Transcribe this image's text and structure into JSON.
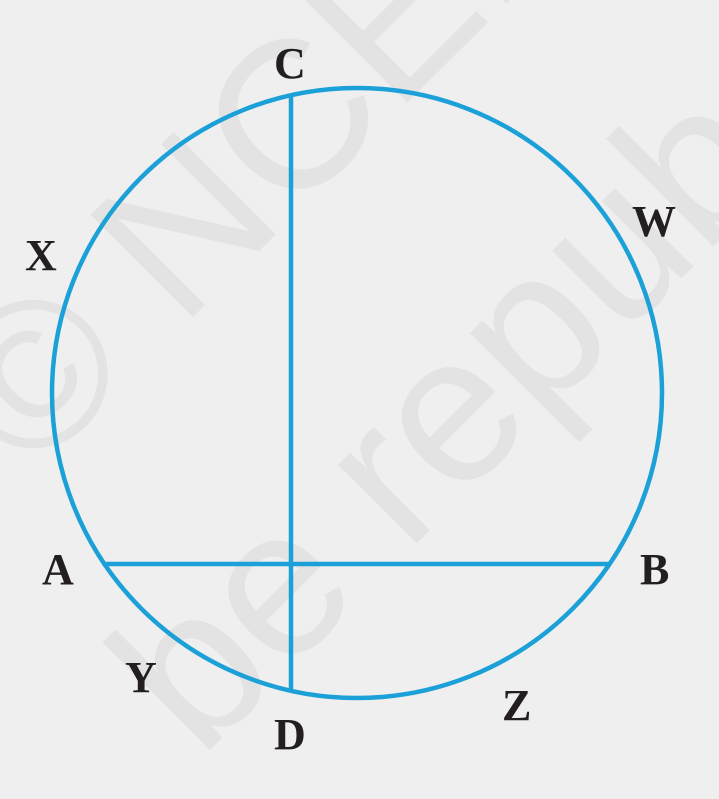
{
  "diagram": {
    "colors": {
      "background": "#efefef",
      "stroke": "#1ba0d8",
      "label": "#231f20",
      "watermark": "#e3e3e3"
    },
    "watermark": {
      "line1": "© NCERT",
      "line2": "be repub"
    },
    "labels": {
      "C": "C",
      "W": "W",
      "X": "X",
      "A": "A",
      "B": "B",
      "Y": "Y",
      "D": "D",
      "Z": "Z"
    }
  }
}
